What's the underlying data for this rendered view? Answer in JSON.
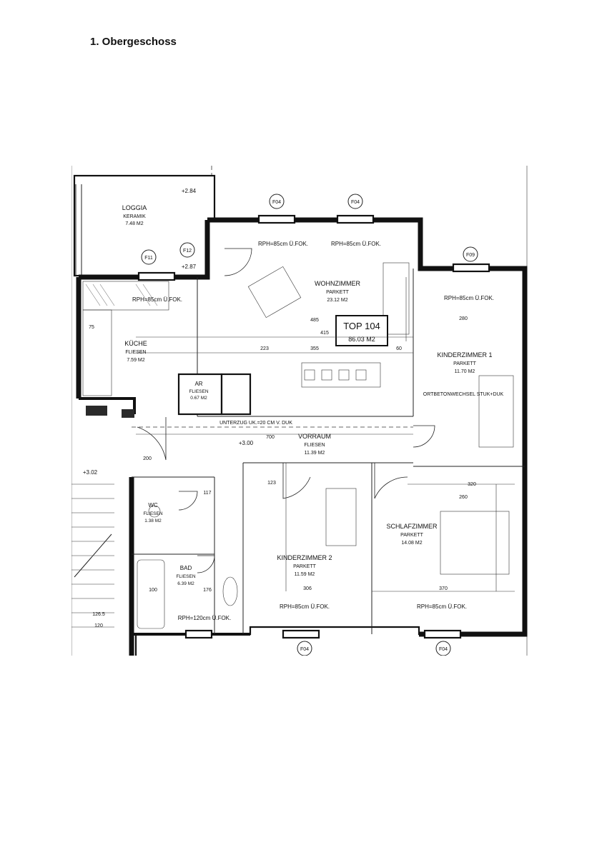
{
  "page": {
    "heading": "1. Obergeschoss"
  },
  "plan": {
    "unit": {
      "name": "TOP 104",
      "area": "86.03 M2"
    },
    "rooms": [
      {
        "id": "loggia",
        "name": "LOGGIA",
        "floor": "KERAMIK",
        "area": "7.48 M2"
      },
      {
        "id": "wohnzimmer",
        "name": "WOHNZIMMER",
        "floor": "PARKETT",
        "area": "23.12 M2"
      },
      {
        "id": "kueche",
        "name": "KÜCHE",
        "floor": "FLIESEN",
        "area": "7.59 M2"
      },
      {
        "id": "ar",
        "name": "AR",
        "floor": "FLIESEN",
        "area": "0.67 M2"
      },
      {
        "id": "kinderzimmer1",
        "name": "KINDERZIMMER 1",
        "floor": "PARKETT",
        "area": "11.70 M2"
      },
      {
        "id": "vorraum",
        "name": "VORRAUM",
        "floor": "FLIESEN",
        "area": "11.39 M2"
      },
      {
        "id": "wc",
        "name": "WC",
        "floor": "FLIESEN",
        "area": "1.38 M2"
      },
      {
        "id": "bad",
        "name": "BAD",
        "floor": "FLIESEN",
        "area": "6.39 M2"
      },
      {
        "id": "kinderzimmer2",
        "name": "KINDERZIMMER 2",
        "floor": "PARKETT",
        "area": "11.59 M2"
      },
      {
        "id": "schlafzimmer",
        "name": "SCHLAFZIMMER",
        "floor": "PARKETT",
        "area": "14.08 M2"
      }
    ],
    "sill_notes": [
      "RPH=85cm Ü.FOK.",
      "RPH=85cm Ü.FOK.",
      "RPH=85cm Ü.FOK.",
      "RPH=85cm Ü.FOK.",
      "RPH=85cm Ü.FOK.",
      "RPH=85cm Ü.FOK.",
      "RPH=120cm Ü.FOK."
    ],
    "window_tags": [
      "F04",
      "F04",
      "F11",
      "F12",
      "F09",
      "F04",
      "F04"
    ],
    "notes": {
      "unterzug": "UNTERZUG UK.=20 CM V. DUK",
      "ortbeton": "ORTBETONWECHSEL STUK+DUK",
      "elevation_loggia_top": "+2.84",
      "elevation_loggia_bottom": "+2.87",
      "elevation_vorraum": "+3.00",
      "elevation_stair": "+3.02"
    },
    "dimensions": {
      "d485": "485",
      "d415": "415",
      "d355": "355",
      "d223": "223",
      "d60": "60",
      "d700": "700",
      "d320": "320",
      "d260": "260",
      "d370": "370",
      "d306": "306",
      "d123": "123",
      "d117": "117",
      "d100": "100",
      "d176": "176",
      "d200": "200",
      "d280": "280",
      "d75": "75",
      "d126": "126.5",
      "d120": "120"
    }
  }
}
